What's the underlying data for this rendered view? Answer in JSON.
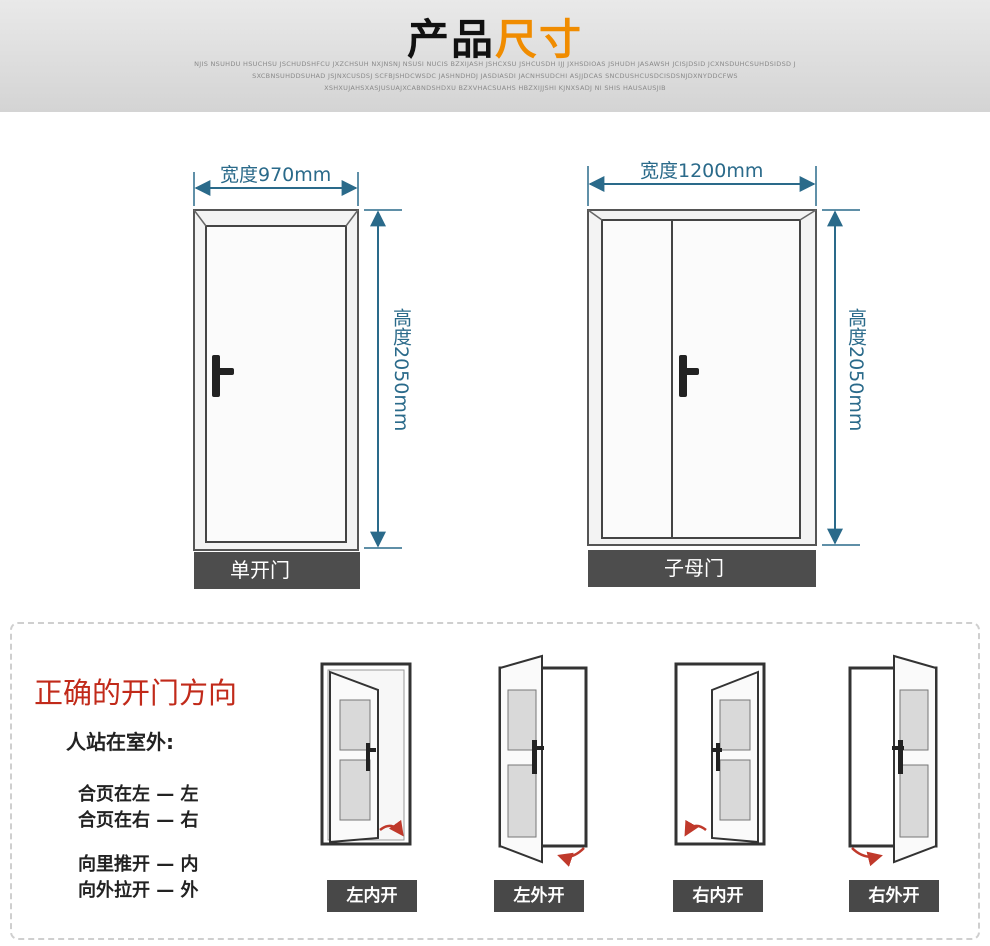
{
  "header": {
    "title_part1": "产品",
    "title_part2": "尺寸",
    "fine_print": [
      "NJIS NSUHDU HSUCHSU JSCHUDSHFCU  JXZCHSUH NXJNSNJ NSUSI NUCIS BZXIJASH JSHCXSU  JSHCUSDH IJJ JXHSDIOAS  JSHUDH JASAWSH JCISJDSID JCXNSDUHCSUHDSIDSD J",
      "SXCBNSUHDDSUHAD  JSJNXCUSDSJ SCFBJSHDCWSDC  JASHNDHDJ JASDIASDI  JACNHSUDCHI  ASJJDCAS SNCDUSHCUSDCISDSNJDXNYDDCFWS",
      "XSHXUJAHSXASJUSUAJXCABNDSHDXU BZXVHACSUAHS HBZXIJJSHI KJNXSADJ  NI SHIS HAUSAUSJIB"
    ]
  },
  "single_door": {
    "width_label": "宽度970mm",
    "height_label": "高度2050mm",
    "caption": "单开门"
  },
  "double_door": {
    "width_label": "宽度1200mm",
    "height_label": "高度2050mm",
    "caption": "子母门"
  },
  "direction": {
    "title": "正确的开门方向",
    "subtitle": "人站在室外:",
    "rule1": "合页在左 — 左",
    "rule2": "合页在右 — 右",
    "rule3": "向里推开 — 内",
    "rule4": "向外拉开 — 外",
    "types": [
      "左内开",
      "左外开",
      "右内开",
      "右外开"
    ]
  },
  "colors": {
    "dimension": "#2a6a8a",
    "title_accent": "#f08c00",
    "direction_title": "#c12a1a",
    "arrow": "#c0392b"
  }
}
